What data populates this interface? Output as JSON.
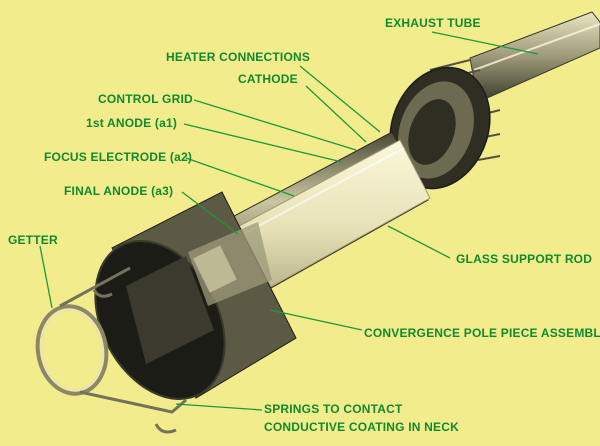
{
  "colors": {
    "background": "#f2ec8c",
    "label_text": "#0f8a2f",
    "leader_line": "#1a9a3a",
    "metal_dark": "#2e2e22",
    "metal_mid": "#7d7a5e",
    "metal_light": "#d9d6b0",
    "ceramic": "#f4f0cc"
  },
  "labels": {
    "exhaust_tube": "EXHAUST TUBE",
    "heater_connections": "HEATER CONNECTIONS",
    "cathode": "CATHODE",
    "control_grid": "CONTROL GRID",
    "first_anode": "1st ANODE  (a1)",
    "focus_electrode": "FOCUS ELECTRODE  (a2)",
    "final_anode": "FINAL ANODE  (a3)",
    "getter": "GETTER",
    "glass_support_rod": "GLASS SUPPORT ROD",
    "convergence_pole_piece_assembly": "CONVERGENCE POLE PIECE ASSEMBLY",
    "springs_line1": "SPRINGS TO CONTACT",
    "springs_line2": "CONDUCTIVE COATING IN NECK"
  }
}
